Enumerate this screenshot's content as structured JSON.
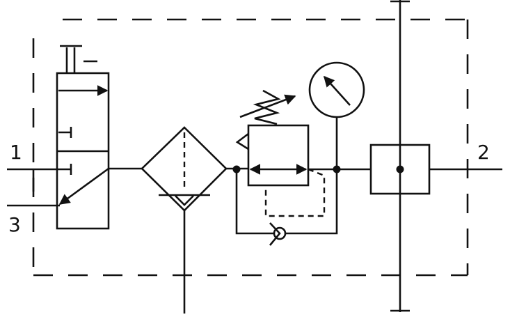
{
  "ports": {
    "supply": "1",
    "exhaust": "3",
    "outlet": "2"
  },
  "colors": {
    "line": "#111111",
    "background": "#ffffff"
  }
}
